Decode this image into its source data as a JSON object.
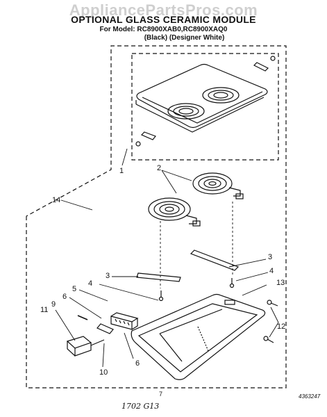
{
  "header": {
    "watermark": "AppliancePartsPros.com",
    "title": "OPTIONAL GLASS CERAMIC MODULE",
    "model_line": "For Model: RC8900XAB0,RC8900XAQ0",
    "finish_line": "(Black)   (Designer White)"
  },
  "callouts": {
    "c1": "1",
    "c2": "2",
    "c3a": "3",
    "c3b": "3",
    "c4a": "4",
    "c4b": "4",
    "c5": "5",
    "c6a": "6",
    "c6b": "6",
    "c9": "9",
    "c10": "10",
    "c11": "11",
    "c12": "12",
    "c13": "13",
    "c14": "14"
  },
  "footer": {
    "page": "7",
    "code": "4363247",
    "handwritten": "1702 G13"
  }
}
